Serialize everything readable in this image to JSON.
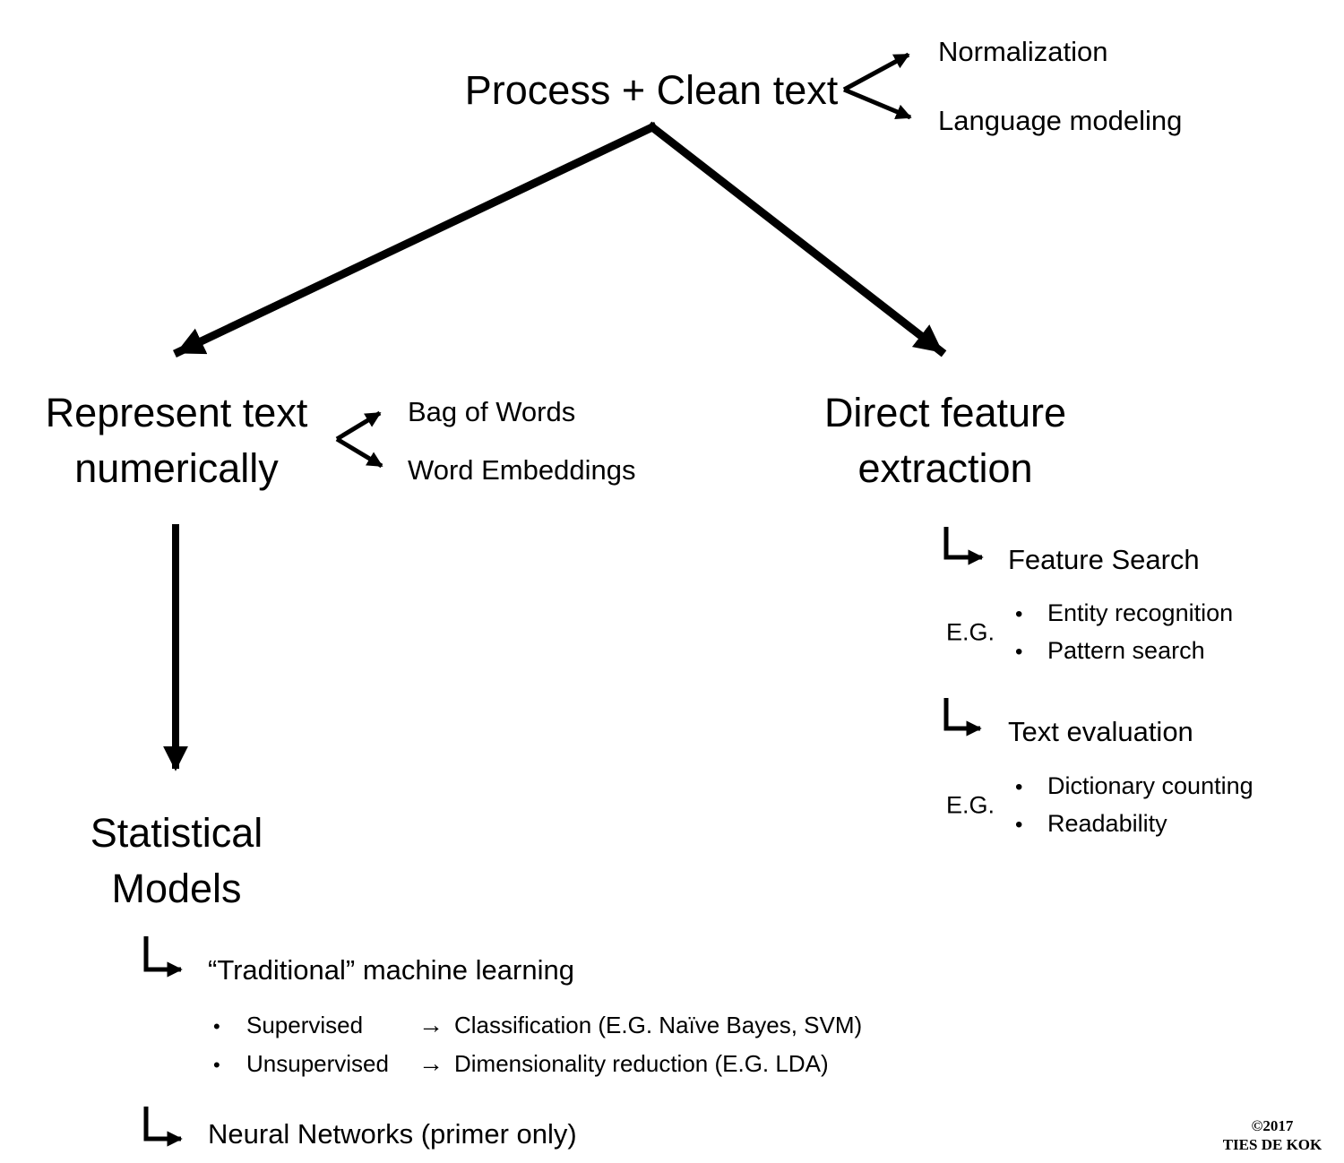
{
  "colors": {
    "ink": "#000000",
    "background": "#ffffff"
  },
  "glyphs": {
    "bullet": "•",
    "arrow_right": "→"
  },
  "root": {
    "label": "Process + Clean text",
    "children": [
      {
        "label": "Normalization"
      },
      {
        "label": "Language modeling"
      }
    ]
  },
  "left_branch": {
    "node_line1": "Represent text",
    "node_line2": "numerically",
    "fork": [
      {
        "label": "Bag of Words"
      },
      {
        "label": "Word Embeddings"
      }
    ],
    "child_line1": "Statistical",
    "child_line2": "Models",
    "traditional": {
      "label": "“Traditional” machine learning",
      "bullets": [
        {
          "term": "Supervised",
          "desc": "Classification (E.G. Naïve Bayes, SVM)"
        },
        {
          "term": "Unsupervised",
          "desc": "Dimensionality reduction (E.G. LDA)"
        }
      ]
    },
    "neural": {
      "label": "Neural Networks (primer only)"
    }
  },
  "right_branch": {
    "node_line1": "Direct feature",
    "node_line2": "extraction",
    "sections": [
      {
        "label": "Feature Search",
        "eg": "E.G.",
        "examples": [
          {
            "label": "Entity recognition"
          },
          {
            "label": "Pattern search"
          }
        ]
      },
      {
        "label": "Text evaluation",
        "eg": "E.G.",
        "examples": [
          {
            "label": "Dictionary counting"
          },
          {
            "label": "Readability"
          }
        ]
      }
    ]
  },
  "footer": {
    "line1": "©2017",
    "line2": "TIES DE KOK"
  }
}
